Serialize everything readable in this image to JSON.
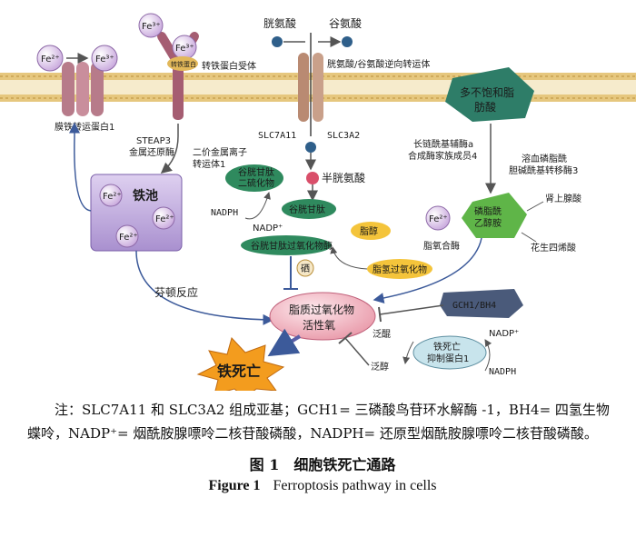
{
  "diagram": {
    "fe2": "Fe²⁺",
    "fe3": "Fe³⁺",
    "cystine": "胱氨酸",
    "glutamate": "谷氨酸",
    "antiporter": "胱氨酸/谷氨酸逆向转运体",
    "tf_receptor": "转铁蛋白受体",
    "tf_protein": "转铁蛋白",
    "ferroportin": "膜铁转运蛋白1",
    "steap3": "STEAP3",
    "steap3_sub": "金属还原酶",
    "dmt1": "二价金属离子",
    "dmt1_sub": "转运体1",
    "iron_pool": "铁池",
    "slc7a11": "SLC7A11",
    "slc3a2": "SLC3A2",
    "cysteine": "半胱氨酸",
    "gssg_1": "谷胱甘肽",
    "gssg_2": "二硫化物",
    "gsh": "谷胱甘肽",
    "nadph": "NADPH",
    "nadp": "NADP⁺",
    "gpx4": "谷胱甘肽过氧化物酶",
    "selenium": "硒",
    "alcohol": "脂醇",
    "lipid_peroxide": "脂氢过氧化物",
    "pufa_1": "多不饱和脂",
    "pufa_2": "肪酸",
    "acsl4_1": "长链酰基辅酶a",
    "acsl4_2": "合成酶家族成员4",
    "lpcat3_1": "溶血磷脂酰",
    "lpcat3_2": "胆碱酰基转移酶3",
    "pe_1": "磷脂酰",
    "pe_2": "乙醇胺",
    "adrenic": "肾上腺酸",
    "arachidonic": "花生四烯酸",
    "lox": "脂氧合酶",
    "fenton": "芬顿反应",
    "ros_1": "脂质过氧化物",
    "ros_2": "活性氧",
    "gch1": "GCH1/BH4",
    "fsp1_1": "铁死亡",
    "fsp1_2": "抑制蛋白1",
    "coq10": "泛醌",
    "coq10h2": "泛醇",
    "ferroptosis": "铁死亡"
  },
  "caption": {
    "note": "注：SLC7A11 和 SLC3A2 组成亚基；GCH1= 三磷酸鸟苷环水解酶 -1，BH4= 四氢生物蝶呤，NADP⁺= 烟酰胺腺嘌呤二核苷酸磷酸，NADPH= 还原型烟酰胺腺嘌呤二核苷酸磷酸。",
    "fig_cn": "图 1　细胞铁死亡通路",
    "fig_en_label": "Figure 1",
    "fig_en_title": "Ferroptosis pathway in cells"
  },
  "colors": {
    "membrane": "#d9b35e",
    "channel": "#c8a0aa",
    "iron": "#e9d6f2",
    "pool": "#cbb7e4",
    "green": "#2f8a5e",
    "ros": "#f3c7cf",
    "burst": "#f39c1e"
  }
}
